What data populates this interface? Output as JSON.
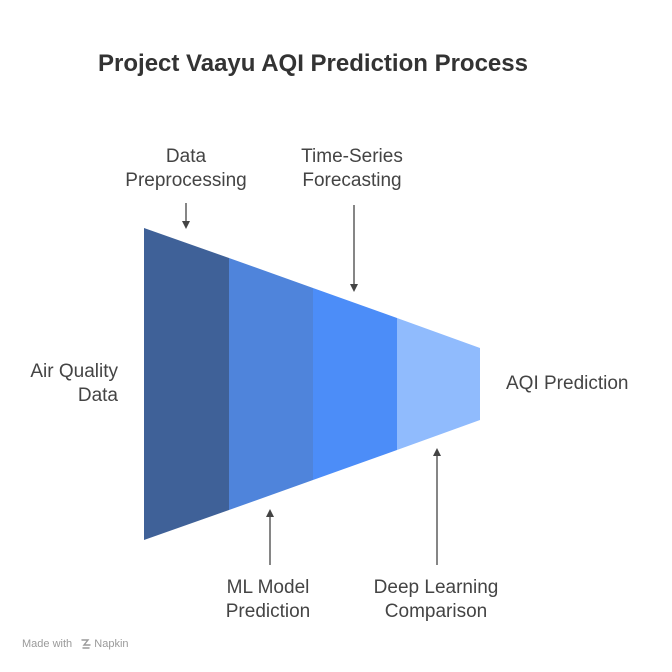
{
  "title": "Project Vaayu AQI Prediction Process",
  "input_label": [
    "Air Quality",
    "Data"
  ],
  "output_label": "AQI Prediction",
  "stages": [
    {
      "label": [
        "Data",
        "Preprocessing"
      ],
      "color": "#3F6198"
    },
    {
      "label": [
        "ML Model",
        "Prediction"
      ],
      "color": "#4F84DB"
    },
    {
      "label": [
        "Time-Series",
        "Forecasting"
      ],
      "color": "#4C8DF8"
    },
    {
      "label": [
        "Deep Learning",
        "Comparison"
      ],
      "color": "#90BBFD"
    }
  ],
  "footer": {
    "prefix": "Made with",
    "brand": "Napkin"
  }
}
